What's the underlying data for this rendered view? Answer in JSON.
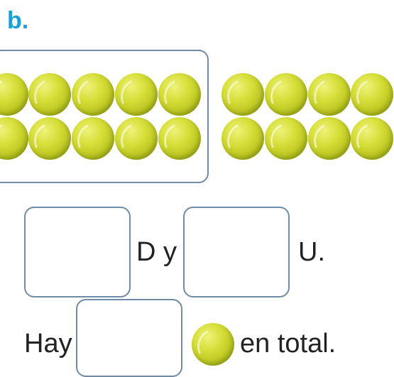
{
  "heading": {
    "label": "b."
  },
  "groups": {
    "boxed": {
      "rows": 2,
      "cols": 5
    },
    "loose": {
      "rows": 2,
      "cols": 4
    }
  },
  "sentence1": {
    "tens_suffix": "D y",
    "units_suffix": "U."
  },
  "sentence2": {
    "prefix": "Hay",
    "suffix": "en total."
  },
  "icons": {
    "ball": "tennis-ball-icon"
  }
}
